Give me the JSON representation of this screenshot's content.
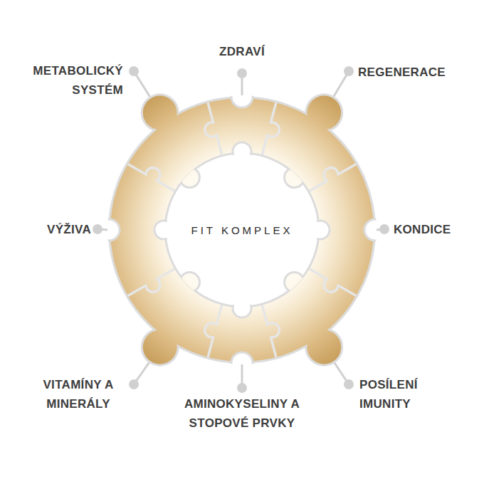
{
  "diagram": {
    "nodes": [
      {
        "text": [
          "FIT KOMPLEX"
        ]
      }
    ],
    "labels": [
      "ZDRAVÍ",
      "METABOLICKÝ SYSTÉM",
      "REGENERACE",
      "VÝŽIVA",
      "KONDICE",
      "VITAMÍNY A MINERÁLY",
      "AMINOKYSELINY A STOPOVÉ PRVKY",
      "POSÍLENÍ IMUNITY"
    ]
  }
}
